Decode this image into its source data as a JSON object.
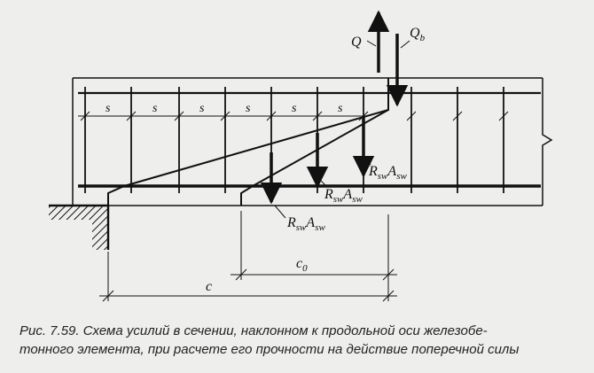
{
  "diagram": {
    "labels": {
      "Q": "Q",
      "Qb": "Q",
      "Qb_sub": "b",
      "s": "s",
      "R1": "R",
      "R1_sub1": "sw",
      "A1": "A",
      "A1_sub": "sw",
      "R2": "R",
      "R2_sub1": "sw",
      "A2": "A",
      "A2_sub": "sw",
      "R3": "R",
      "R3_sub1": "sw",
      "A3": "A",
      "A3_sub": "sw",
      "c0": "c",
      "c0_sub": "0",
      "c": "c"
    }
  },
  "caption": {
    "line1": "Рис. 7.59. Схема усилий в сечении, наклонном к продольной оси железобе-",
    "line2": "тонного элемента, при расчете его прочности на действие поперечной силы"
  }
}
